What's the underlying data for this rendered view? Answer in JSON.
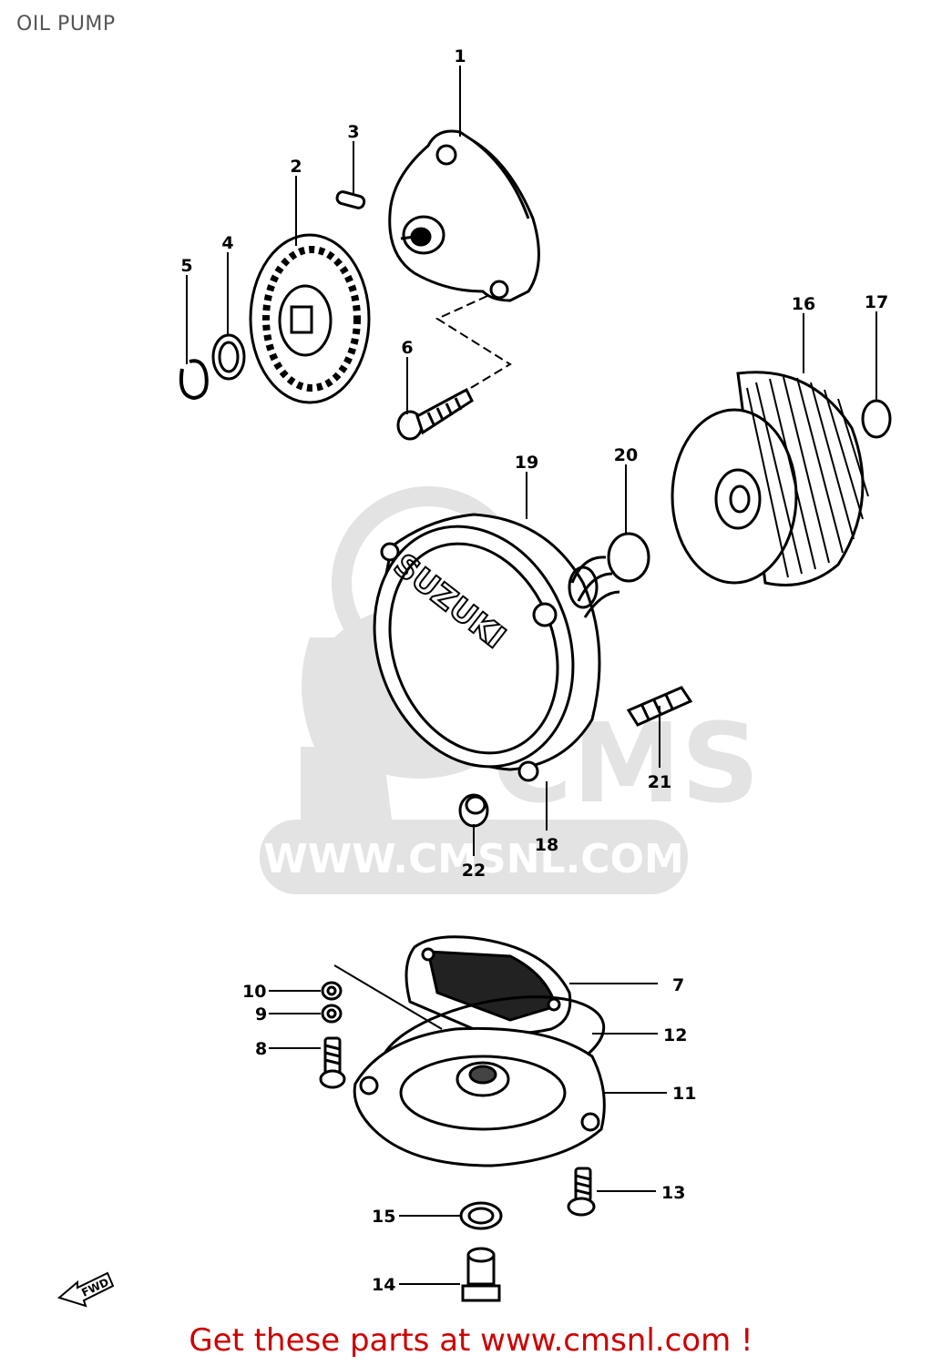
{
  "title": "OIL PUMP",
  "watermark": "WWW.CMSNL.COM",
  "footer_text": "Get these parts at www.cmsnl.com !",
  "cover_brand": "SUZUKI",
  "arrow_label": "FWD",
  "callouts": {
    "c1": "1",
    "c2": "2",
    "c3": "3",
    "c4": "4",
    "c5": "5",
    "c6": "6",
    "c7": "7",
    "c8": "8",
    "c9": "9",
    "c10": "10",
    "c11": "11",
    "c12": "12",
    "c13": "13",
    "c14": "14",
    "c15": "15",
    "c16": "16",
    "c17": "17",
    "c18": "18",
    "c19": "19",
    "c20": "20",
    "c21": "21",
    "c22": "22"
  },
  "colors": {
    "line": "#000000",
    "watermark": "#e3e3e3",
    "footer": "#cc0000",
    "title": "#555555"
  }
}
